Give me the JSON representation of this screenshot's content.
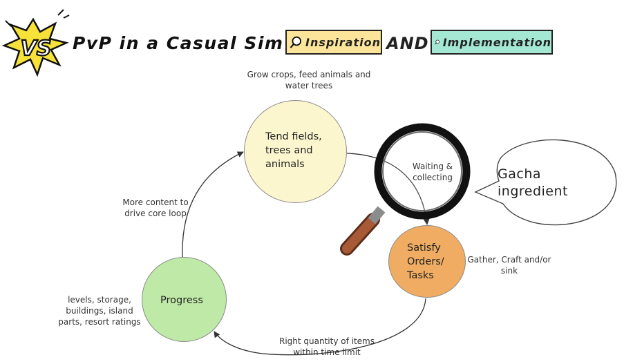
{
  "header": {
    "badge_text": "VS",
    "title": "PvP in a Casual Sim :",
    "tag_inspiration": "Inspiration",
    "and_text": "AND",
    "tag_implementation": "Implementation"
  },
  "nodes": {
    "tend": "Tend fields,\ntrees and\nanimals",
    "satisfy": "Satisfy\nOrders/\nTasks",
    "progress": "Progress"
  },
  "labels": {
    "grow": "Grow crops, feed animals and\nwater trees",
    "waiting": "Waiting &\ncollecting",
    "more_content": "More content to\ndrive core loop",
    "gather": "Gather, Craft and/or\nsink",
    "levels": "levels, storage,\nbuildings, island\nparts, resort ratings",
    "right_quantity": "Right quantity of items\nwithin time limit"
  },
  "callout": {
    "text": "Gacha\ningredient"
  },
  "colors": {
    "inspiration_tag": "#fce59a",
    "implementation_tag": "#a4e8d4",
    "tend_node": "#fcf6cf",
    "satisfy_node": "#f0ac63",
    "progress_node": "#bfe9a6",
    "burst_yellow": "#f7e23a"
  }
}
